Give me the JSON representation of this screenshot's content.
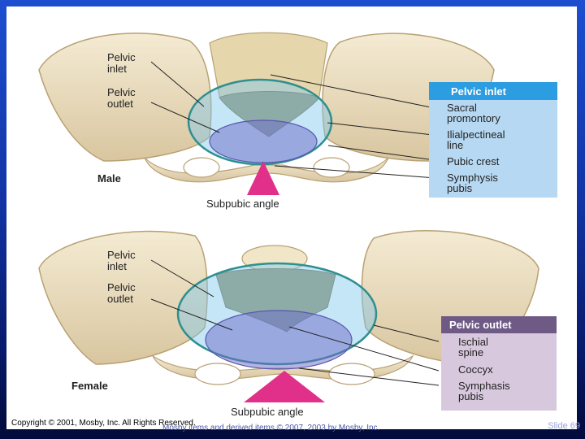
{
  "male": {
    "label_pelvic_inlet": [
      "Pelvic",
      "inlet"
    ],
    "label_pelvic_outlet": [
      "Pelvic",
      "outlet"
    ],
    "title": "Male",
    "angle_label": "Subpubic angle"
  },
  "female": {
    "label_pelvic_inlet": [
      "Pelvic",
      "inlet"
    ],
    "label_pelvic_outlet": [
      "Pelvic",
      "outlet"
    ],
    "title": "Female",
    "angle_label": "Subpubic angle"
  },
  "legend_inlet": {
    "header": "Pelvic inlet",
    "items": [
      [
        "Sacral",
        "promontory"
      ],
      [
        "Ilialpectineal",
        "line"
      ],
      [
        "Pubic crest"
      ],
      [
        "Symphysis",
        "pubis"
      ]
    ]
  },
  "legend_outlet": {
    "header": "Pelvic outlet",
    "items": [
      [
        "Ischial",
        "spine"
      ],
      [
        "Coccyx"
      ],
      [
        "Symphasis",
        "pubis"
      ]
    ]
  },
  "copyright": "Copyright © 2001, Mosby, Inc. All Rights Reserved.",
  "footer_text": "Mosby items and derived items © 2007, 2003 by Mosby, Inc.",
  "slide_number": "Slide 69",
  "colors": {
    "inlet_header_bg": "#2b9de0",
    "inlet_panel_bg": "#b6d8f2",
    "outlet_header_bg": "#6f5a86",
    "outlet_panel_bg": "#d8c8de",
    "bone": "#efe3c6",
    "angle_marker": "#e0308a"
  }
}
